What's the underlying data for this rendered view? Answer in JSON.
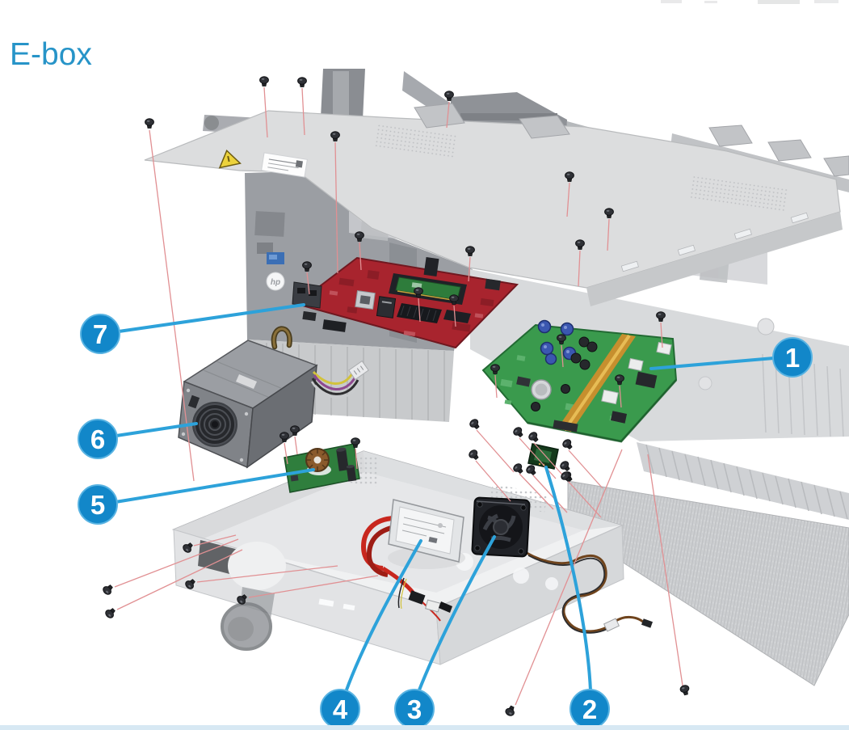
{
  "title": "E-box",
  "callouts": {
    "c1": {
      "number": "1"
    },
    "c2": {
      "number": "2"
    },
    "c3": {
      "number": "3"
    },
    "c4": {
      "number": "4"
    },
    "c5": {
      "number": "5"
    },
    "c6": {
      "number": "6"
    },
    "c7": {
      "number": "7"
    }
  },
  "labels": {
    "hp_logo": "hp"
  },
  "colors": {
    "title_blue": "#2794c8",
    "callout_fill": "#1287c9",
    "callout_ring": "#58b3e2",
    "callout_number": "#ffffff",
    "leader_blue": "#2da2da",
    "screw_guide_red": "#e19093",
    "main_board_red": "#a8242e",
    "boards_green": "#3a9a4d",
    "psu_grey": "#9b9ea3",
    "chassis_grey": "#d9dbdd",
    "warning_yellow": "#ecd23c",
    "bottom_rule_blue": "#d7e8f3"
  }
}
